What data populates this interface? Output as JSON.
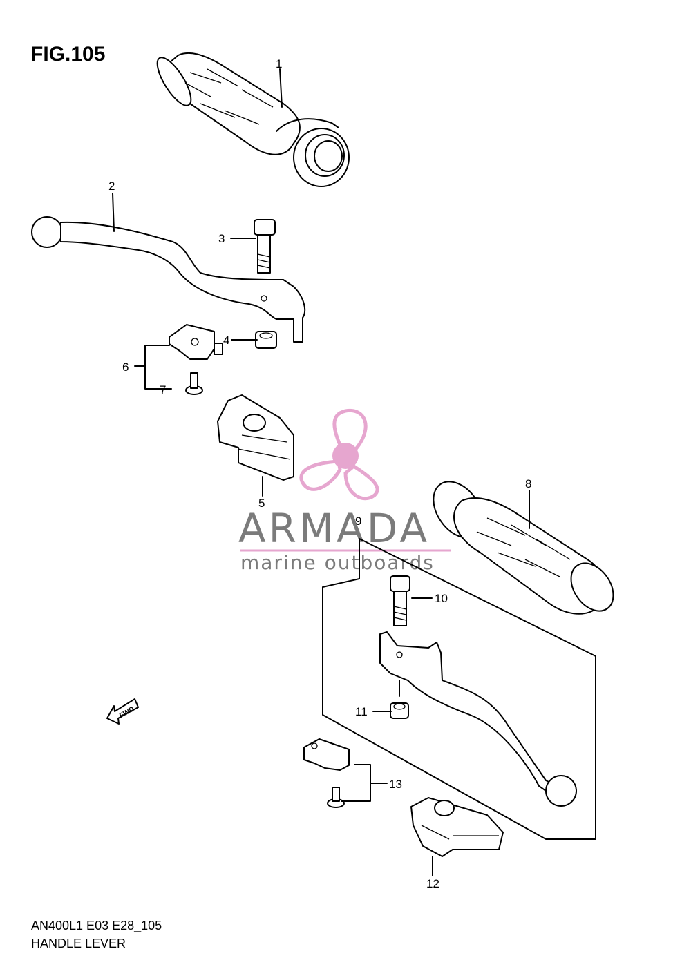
{
  "figure": {
    "title": "FIG.105"
  },
  "footer": {
    "code": "AN400L1 E03 E28_105",
    "name": "HANDLE LEVER"
  },
  "watermark": {
    "brand": "ARMADA",
    "tagline": "marine outboards",
    "accent_color": "#e6a6cf",
    "text_color": "#7b7b7b"
  },
  "direction_marker": {
    "label": "FWD"
  },
  "callouts": [
    "1",
    "2",
    "3",
    "4",
    "5",
    "6",
    "7",
    "8",
    "9",
    "10",
    "11",
    "12",
    "13"
  ]
}
